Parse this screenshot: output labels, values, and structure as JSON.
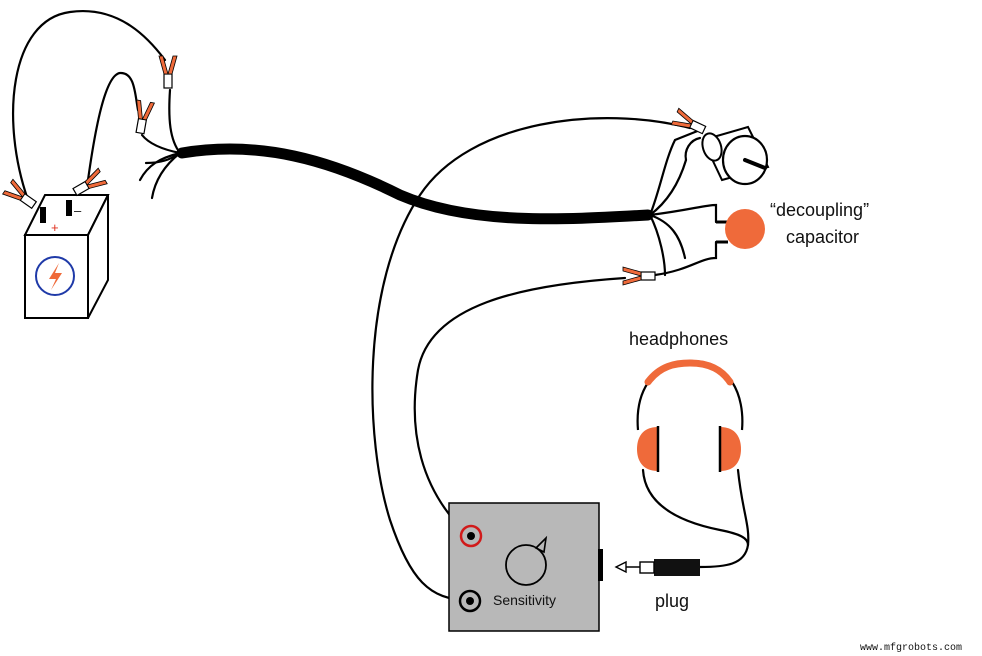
{
  "labels": {
    "capacitor_line1": "“decoupling”",
    "capacitor_line2": "capacitor",
    "headphones": "headphones",
    "plug": "plug",
    "sensitivity": "Sensitivity",
    "battery_plus": "+",
    "battery_minus": "–",
    "watermark": "www.mfgrobots.com"
  },
  "colors": {
    "clip_orange": "#ef6a3a",
    "meter_box": "#b8b8b8",
    "battery_icon": "#1f3aa8",
    "red_terminal": "#d11a1a"
  },
  "icons": {
    "battery_symbol": "lightning-bolt-icon",
    "knob": "rotary-knob-icon"
  }
}
